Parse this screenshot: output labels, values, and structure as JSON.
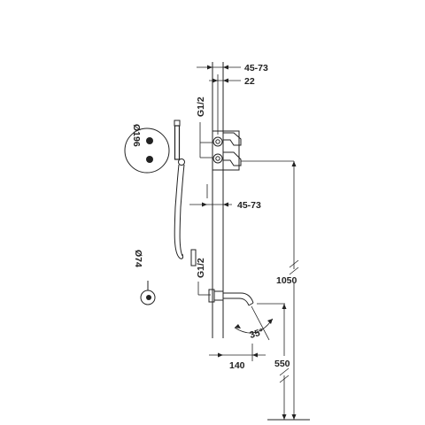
{
  "labels": {
    "wall_depth_top": "45-73",
    "thread_top": "G1/2",
    "offset_22": "22",
    "diameter_large": "Ø196",
    "wall_depth_mid": "45-73",
    "diameter_small": "Ø74",
    "thread_bottom": "G1/2",
    "height_total": "1050",
    "angle": "35°",
    "spout_projection": "140",
    "height_spout": "550"
  },
  "colors": {
    "line": "#222222",
    "background": "#ffffff"
  },
  "icons": {
    "large_plate": "round-mixer-plate-icon",
    "small_plate": "round-diverter-plate-icon",
    "hand_shower": "hand-shower-icon",
    "valve_body": "thermostatic-valve-icon",
    "spout": "bath-spout-icon",
    "arrow": "arrowhead-icon"
  }
}
